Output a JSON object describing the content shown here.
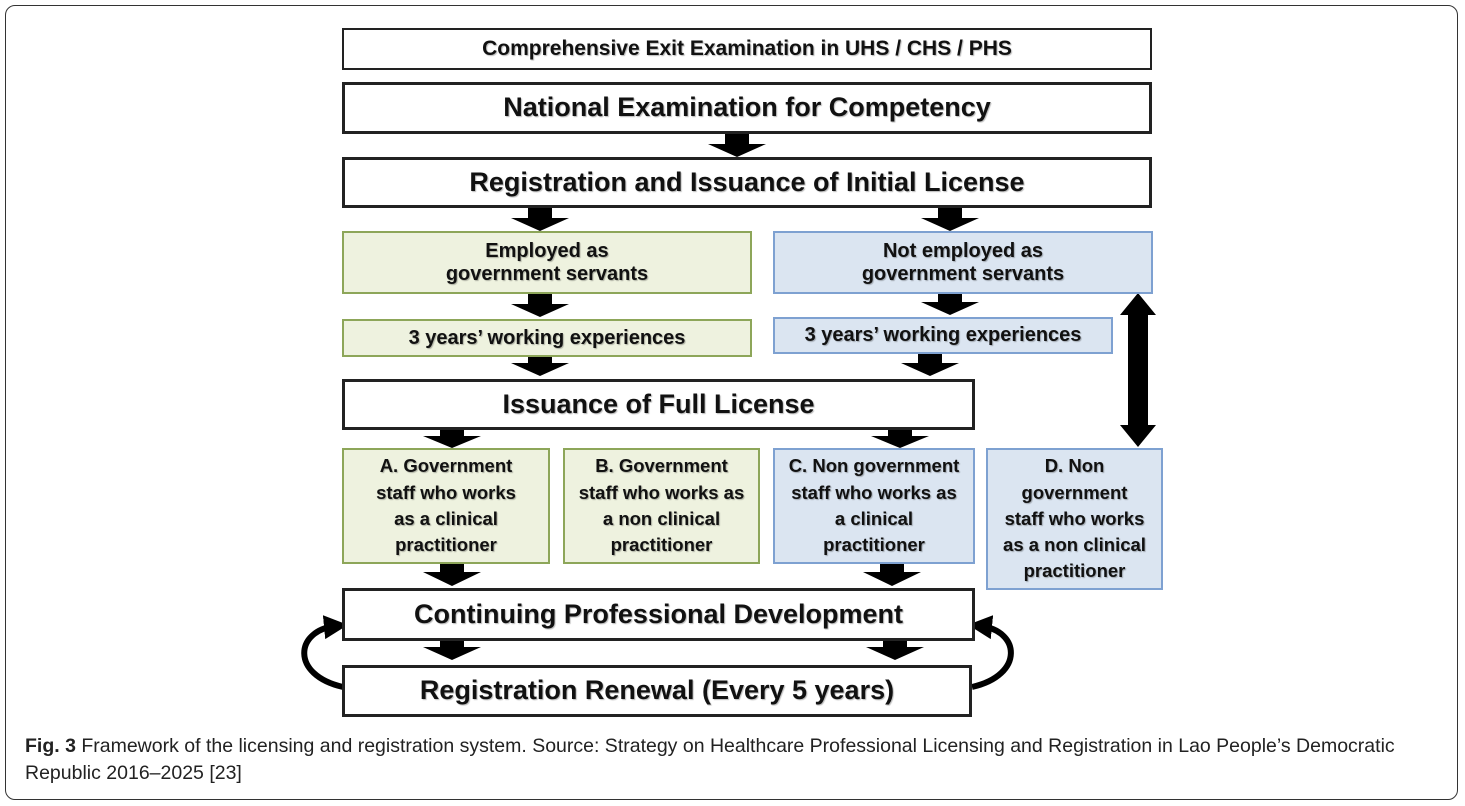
{
  "figure": {
    "boxes": {
      "exit_exam": "Comprehensive Exit Examination in UHS / CHS / PHS",
      "national_exam": "National Examination for Competency",
      "initial_license": "Registration and Issuance of Initial License",
      "employed": "Employed as\ngovernment servants",
      "not_employed": "Not employed as\ngovernment servants",
      "experience_left": "3 years’ working experiences",
      "experience_right": "3 years’ working experiences",
      "full_license": "Issuance of Full License",
      "category_a": "A.  Government\nstaff who works\nas a clinical\npractitioner",
      "category_b": "B. Government\nstaff who works as\na non clinical\npractitioner",
      "category_c": "C. Non government\nstaff who works as\na clinical\npractitioner",
      "category_d": "D. Non\ngovernment\nstaff who works\nas a non clinical\npractitioner",
      "cpd": "Continuing Professional Development",
      "renewal": "Registration Renewal (Every 5 years)"
    },
    "colors": {
      "green_fill": "#eef2df",
      "green_border": "#8da659",
      "blue_fill": "#dbe5f1",
      "blue_border": "#7ea1d1",
      "arrow": "#000000"
    }
  },
  "caption": {
    "label": "Fig. 3",
    "text": " Framework of the licensing and registration system. Source: Strategy on Healthcare Professional Licensing and Registration in Lao People’s Democratic Republic 2016–2025 [23]"
  }
}
